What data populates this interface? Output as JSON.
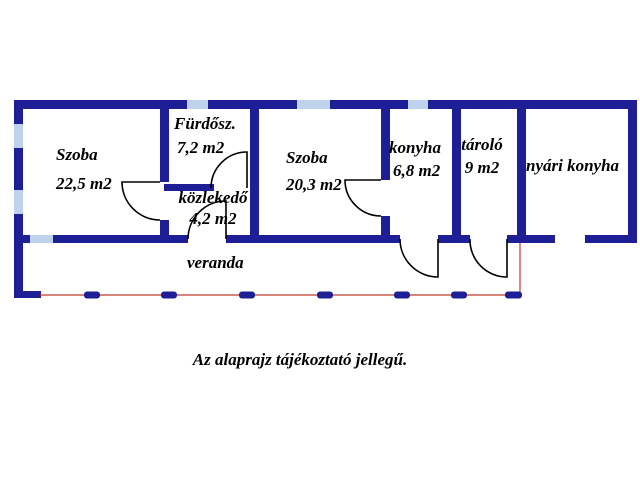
{
  "rooms": {
    "szoba1": {
      "name": "Szoba",
      "area": "22,5 m2"
    },
    "furdoszoba": {
      "name": "Fürdősz.",
      "area": "7,2 m2"
    },
    "kozlekedo": {
      "name": "közlekedő",
      "area": "4,2 m2"
    },
    "szoba2": {
      "name": "Szoba",
      "area": "20,3 m2"
    },
    "konyha": {
      "name": "konyha",
      "area": "6,8 m2"
    },
    "tarolo": {
      "name": "tároló",
      "area": "9 m2"
    },
    "nyari_konyha": {
      "name": "nyári konyha"
    },
    "veranda": {
      "name": "veranda"
    }
  },
  "caption": "Az alaprajz tájékoztató jellegű.",
  "colors": {
    "wall": "#1e1e96",
    "window": "#bdd3ec",
    "door_swing": "#000000",
    "veranda_line": "#c0392b"
  }
}
